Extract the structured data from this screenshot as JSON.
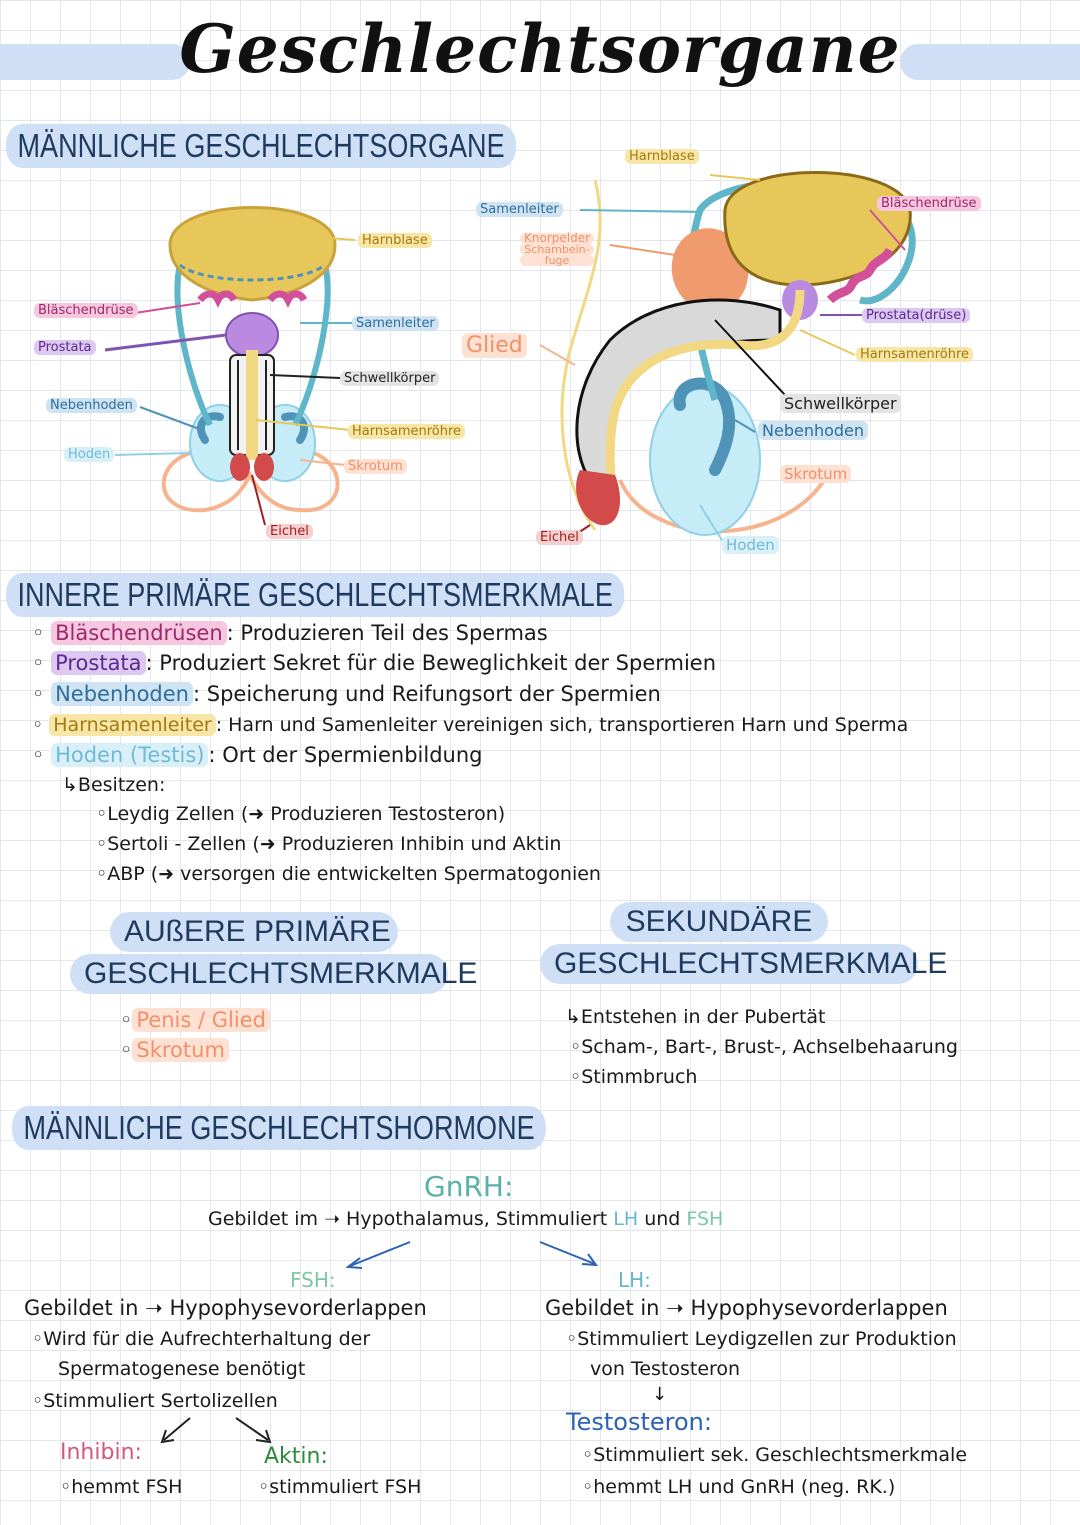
{
  "title": "Geschlechtsorgane",
  "section_male_organs": "MÄNNLICHE GESCHLECHTSORGANE",
  "diagram_front": {
    "labels": {
      "harnblase": "Harnblase",
      "blaeschendruese": "Bläschendrüse",
      "prostata": "Prostata",
      "samenleiter": "Samenleiter",
      "schwellkoerper": "Schwellkörper",
      "nebenhoden": "Nebenhoden",
      "harnsamenroehre": "Harnsamenröhre",
      "hoden": "Hoden",
      "skrotum": "Skrotum",
      "eichel": "Eichel"
    }
  },
  "diagram_side": {
    "labels": {
      "harnblase": "Harnblase",
      "samenleiter": "Samenleiter",
      "knorpelfuge_1": "Knorpelder",
      "knorpelfuge_2": "Schambein-",
      "knorpelfuge_3": "fuge",
      "glied": "Glied",
      "blaeschendruese": "Bläschendrüse",
      "prostata": "Prostata(drüse)",
      "harnsamenroehre": "Harnsamenröhre",
      "schwellkoerper": "Schwellkörper",
      "nebenhoden": "Nebenhoden",
      "skrotum": "Skrotum",
      "eichel": "Eichel",
      "hoden": "Hoden"
    }
  },
  "inner": {
    "heading": "INNERE PRIMÄRE GESCHLECHTSMERKMALE",
    "items": [
      {
        "term": "Bläschendrüsen",
        "desc": ": Produzieren Teil des Spermas"
      },
      {
        "term": "Prostata",
        "desc": ": Produziert Sekret für die Beweglichkeit der Spermien"
      },
      {
        "term": "Nebenhoden",
        "desc": ": Speicherung und Reifungsort der Spermien"
      },
      {
        "term": "Harnsamenleiter",
        "desc": ": Harn und Samenleiter vereinigen sich, transportieren Harn und Sperma"
      },
      {
        "term": "Hoden (Testis)",
        "desc": ": Ort der Spermienbildung"
      }
    ],
    "besitzen": "↳Besitzen:",
    "sub_items": [
      "Leydig Zellen (➜ Produzieren Testosteron)",
      "Sertoli - Zellen (➜ Produzieren Inhibin und Aktin",
      "ABP (➜ versorgen die entwickelten Spermatogonien"
    ]
  },
  "outer": {
    "heading_1": "AUßERE PRIMÄRE",
    "heading_2": "GESCHLECHTSMERKMALE",
    "items": [
      "Penis / Glied",
      "Skrotum"
    ]
  },
  "secondary": {
    "heading_1": "SEKUNDÄRE",
    "heading_2": "GESCHLECHTSMERKMALE",
    "intro": "↳Entstehen in der Pubertät",
    "items": [
      "Scham-, Bart-, Brust-, Achselbehaarung",
      "Stimmbruch"
    ]
  },
  "hormones": {
    "heading": "MÄNNLICHE GESCHLECHTSHORMONE",
    "gnrh_title": "GnRH:",
    "gnrh_desc_1": "Gebildet im ➝ Hypothalamus, Stimmuliert",
    "gnrh_lh": "LH",
    "gnrh_and": "und",
    "gnrh_fsh": "FSH",
    "fsh_title": "FSH:",
    "fsh_origin": "Gebildet in ➝ Hypophysevorderlappen",
    "fsh_item_1a": "Wird für die Aufrechterhaltung der",
    "fsh_item_1b": "Spermatogenese benötigt",
    "fsh_item_2": "Stimmuliert Sertolizellen",
    "inhibin_title": "Inhibin:",
    "inhibin_item": "hemmt FSH",
    "aktin_title": "Aktin:",
    "aktin_item": "stimmuliert FSH",
    "lh_title": "LH:",
    "lh_origin": "Gebildet in ➝ Hypophysevorderlappen",
    "lh_item_1a": "Stimmuliert Leydigzellen zur Produktion",
    "lh_item_1b": "von Testosteron",
    "testo_title": "Testosteron:",
    "testo_item_1": "Stimmuliert sek. Geschlechtsmerkmale",
    "testo_item_2": "hemmt LH und GnRH (neg. RK.)"
  },
  "colors": {
    "bladder": "#e8c75a",
    "vas": "#5fb6c9",
    "seminal": "#d24f9a",
    "prostate": "#b98ae0",
    "urethra": "#f2d882",
    "scrotum": "#f6b48e",
    "testis": "#c6ecf7",
    "epididymis": "#4f93b8",
    "glans": "#d24a4a",
    "corpus": "#d9d9d9",
    "bone": "#ef9b6d"
  }
}
